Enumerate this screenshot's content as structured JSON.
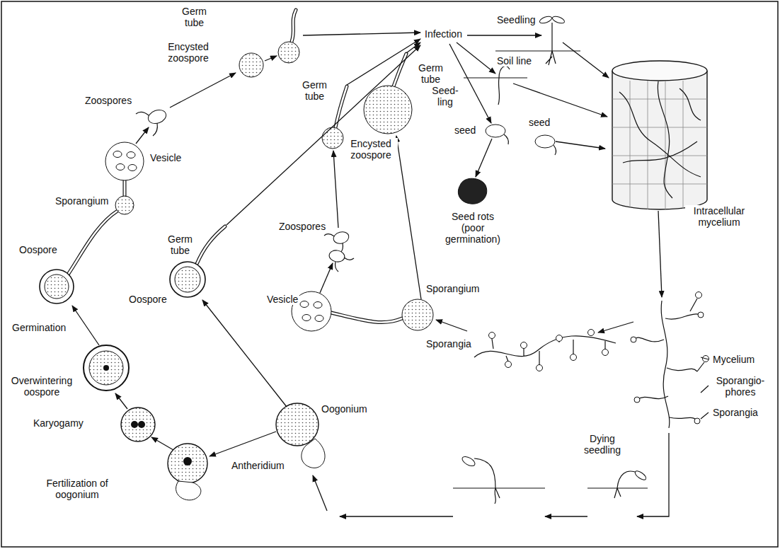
{
  "diagram": {
    "labels": [
      "Germ tube",
      "Encysted zoospore",
      "Zoospores",
      "Vesicle",
      "Sporangium",
      "Oospore",
      "Germination",
      "Overwintering oospore",
      "Karyogamy",
      "Fertilization of oogonium",
      "Germ tube",
      "Oospore",
      "Oogonium",
      "Antheridium",
      "Germ tube",
      "Encysted zoospore",
      "Zoospores",
      "Vesicle",
      "Germ tube",
      "Infection",
      "Seedling",
      "Soil line",
      "Seed- ling",
      "seed",
      "seed",
      "Seed rots (poor germination)",
      "Intracellular mycelium",
      "Sporangium",
      "Sporangia",
      "Mycelium",
      "Sporangio- phores",
      "Sporangia",
      "Dying seedling"
    ]
  }
}
